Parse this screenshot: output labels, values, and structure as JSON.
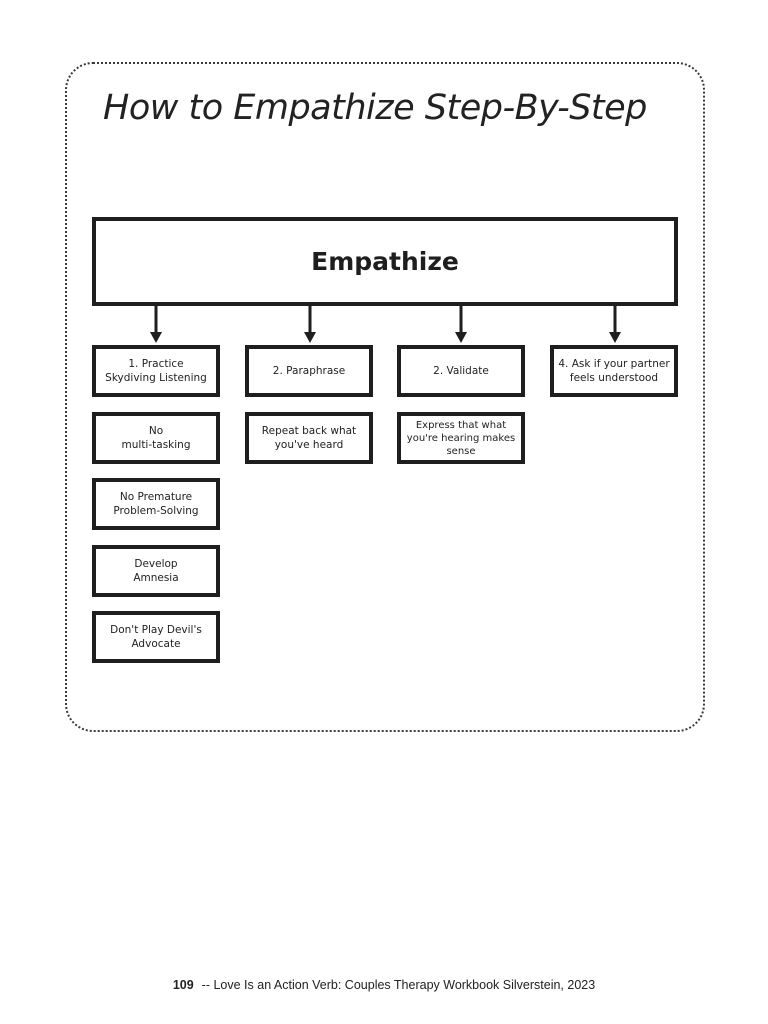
{
  "diagram": {
    "title": "How to Empathize Step-By-Step",
    "root": "Empathize",
    "columns": [
      {
        "step": "1. Practice\nSkydiving Listening",
        "items": [
          "No\nmulti-tasking",
          "No Premature\nProblem-Solving",
          "Develop\nAmnesia",
          "Don't Play Devil's\nAdvocate"
        ]
      },
      {
        "step": "2. Paraphrase",
        "items": [
          "Repeat back what\nyou've heard"
        ]
      },
      {
        "step": "2. Validate",
        "items": [
          "Express that what\nyou're hearing makes\nsense"
        ]
      },
      {
        "step": "4. Ask if your partner\nfeels understood",
        "items": []
      }
    ]
  },
  "footer": {
    "page_number": "109",
    "text": "-- Love Is an Action Verb: Couples Therapy Workbook Silverstein, 2023"
  },
  "colors": {
    "ink": "#1e1e1e",
    "background": "#ffffff"
  }
}
